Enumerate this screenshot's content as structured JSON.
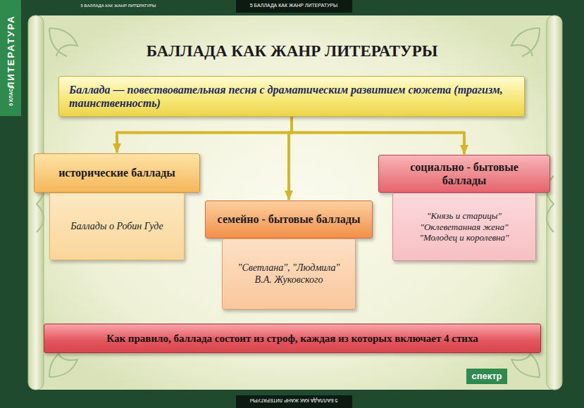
{
  "diagram": {
    "title": "БАЛЛАДА КАК ЖАНР ЛИТЕРАТУРЫ",
    "nodes": [
      {
        "text": [
          "Баллада — повествовательная песня с драматическим развитием сюжета (трагизм, таинственность)"
        ]
      },
      {
        "text": [
          "исторические баллады"
        ]
      },
      {
        "text": [
          "Баллады о Робин Гуде"
        ]
      },
      {
        "text": [
          "семейно - бытовые баллады"
        ]
      },
      {
        "text": [
          "\"Светлана\", \"Людмила\" В.А. Жуковского"
        ]
      },
      {
        "text": [
          "социально - бытовые баллады"
        ]
      },
      {
        "text": [
          "\"Князь и старицы\" \"Оклеветанная жена\" \"Молодец и королевна\""
        ]
      },
      {
        "text": [
          "Как правило, баллада состоит из строф, каждая из которых включает 4 стиха"
        ]
      }
    ],
    "edges": [
      {
        "from": 0,
        "to": 1,
        "arrow": "to"
      },
      {
        "from": 0,
        "to": 3,
        "arrow": "to"
      },
      {
        "from": 0,
        "to": 5,
        "arrow": "to"
      }
    ],
    "labels": [
      "ЛИТЕРАТУРА",
      "6 КЛАСС",
      "5 БАЛЛАДА КАК ЖАНР ЛИТЕРАТУРЫ",
      "5 БАЛЛАДА КАК ЖАНР ЛИТЕРАТУРЫ",
      "5 БАЛЛАДА КАК ЖАНР ЛИТЕРАТУРЫ",
      "спектр"
    ]
  }
}
